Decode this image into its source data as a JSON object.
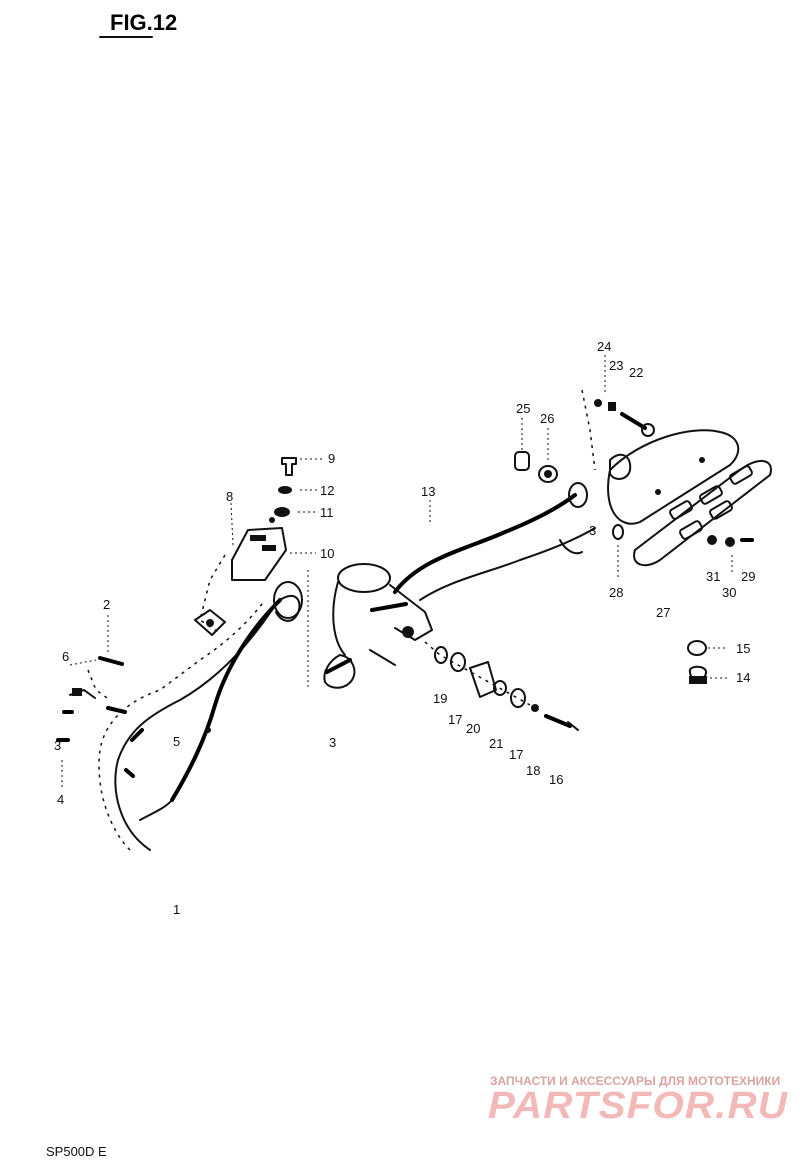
{
  "figure": {
    "title": "FIG.12"
  },
  "footer": {
    "model_code": "SP500D E"
  },
  "watermark": {
    "tagline": "ЗАПЧАСТИ И АКСЕССУАРЫ ДЛЯ МОТОТЕХНИКИ",
    "brand": "PARTSFOR.RU"
  },
  "part_labels": [
    {
      "id": "p1",
      "text": "1"
    },
    {
      "id": "p2",
      "text": "2"
    },
    {
      "id": "p3a",
      "text": "3"
    },
    {
      "id": "p3b",
      "text": "3"
    },
    {
      "id": "p3c",
      "text": "3"
    },
    {
      "id": "p4",
      "text": "4"
    },
    {
      "id": "p5",
      "text": "5"
    },
    {
      "id": "p6",
      "text": "6"
    },
    {
      "id": "p8",
      "text": "8"
    },
    {
      "id": "p9",
      "text": "9"
    },
    {
      "id": "p10",
      "text": "10"
    },
    {
      "id": "p11",
      "text": "11"
    },
    {
      "id": "p12",
      "text": "12"
    },
    {
      "id": "p13",
      "text": "13"
    },
    {
      "id": "p14",
      "text": "14"
    },
    {
      "id": "p15",
      "text": "15"
    },
    {
      "id": "p16",
      "text": "16"
    },
    {
      "id": "p17a",
      "text": "17"
    },
    {
      "id": "p17b",
      "text": "17"
    },
    {
      "id": "p18",
      "text": "18"
    },
    {
      "id": "p19",
      "text": "19"
    },
    {
      "id": "p20",
      "text": "20"
    },
    {
      "id": "p21",
      "text": "21"
    },
    {
      "id": "p22",
      "text": "22"
    },
    {
      "id": "p23",
      "text": "23"
    },
    {
      "id": "p24",
      "text": "24"
    },
    {
      "id": "p25",
      "text": "25"
    },
    {
      "id": "p26",
      "text": "26"
    },
    {
      "id": "p27",
      "text": "27"
    },
    {
      "id": "p28",
      "text": "28"
    },
    {
      "id": "p29",
      "text": "29"
    },
    {
      "id": "p30",
      "text": "30"
    },
    {
      "id": "p31",
      "text": "31"
    }
  ]
}
